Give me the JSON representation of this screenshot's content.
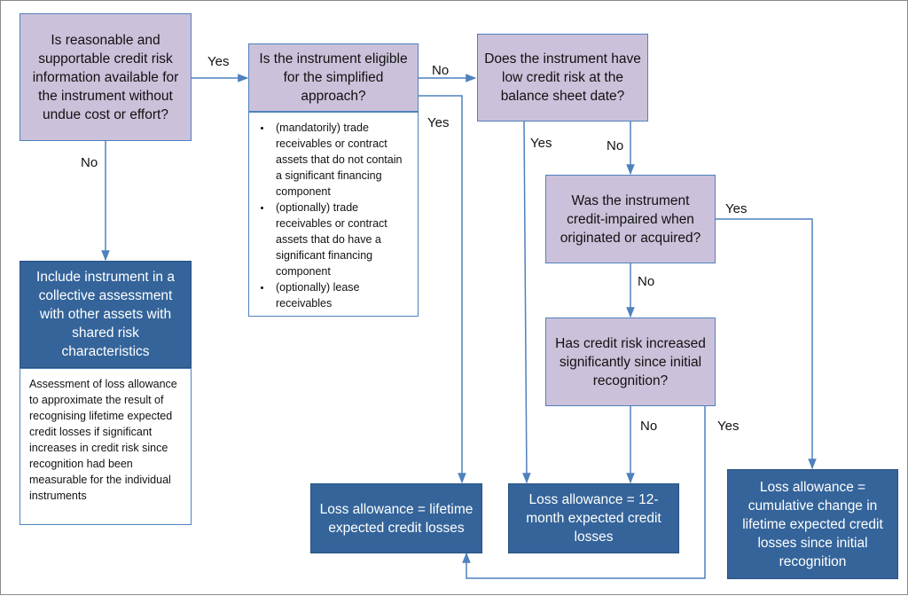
{
  "questions": {
    "q1": "Is reasonable and supportable credit risk information available for the instrument without undue cost or effort?",
    "q2": "Is the instrument eligible for the simplified approach?",
    "q3": "Does the instrument have low credit risk at the balance sheet date?",
    "q4": "Was the instrument credit-impaired when originated or acquired?",
    "q5": "Has credit risk increased significantly since initial recognition?"
  },
  "outcomes": {
    "collective": "Include instrument in a collective assessment with other assets with shared risk characteristics",
    "lifetime": "Loss allowance = lifetime expected credit losses",
    "twelve_month": "Loss allowance = 12-month expected credit losses",
    "cumulative": "Loss allowance = cumulative change in lifetime expected credit losses since initial recognition"
  },
  "notes": {
    "collective_note": "Assessment of loss allowance to approximate the result of recognising lifetime expected credit losses if significant increases in credit risk since recognition had been measurable for the individual instruments",
    "simplified_items": [
      "(mandatorily) trade receivables or contract assets that do not contain a significant financing component",
      "(optionally) trade receivables or contract assets that do have a significant financing component",
      "(optionally) lease receivables"
    ]
  },
  "labels": {
    "q1_yes": "Yes",
    "q1_no": "No",
    "q2_no": "No",
    "q2_yes": "Yes",
    "q3_yes": "Yes",
    "q3_no": "No",
    "q4_yes": "Yes",
    "q4_no": "No",
    "q5_no": "No",
    "q5_yes": "Yes"
  },
  "colors": {
    "question_fill": "#ccc1da",
    "outcome_fill": "#34649a",
    "line": "#4f81bd"
  }
}
